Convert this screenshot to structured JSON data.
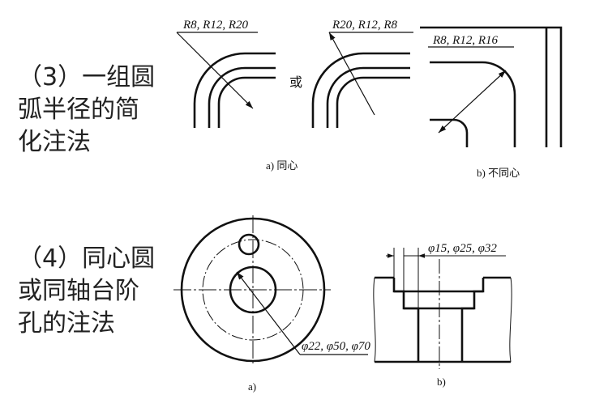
{
  "section3": {
    "caption": [
      "（3）一组圆",
      "弧半径的简",
      "化注法"
    ],
    "fig_a": {
      "label_left": "R8, R12, R20",
      "or_text": "或",
      "label_right": "R20, R12, R8",
      "caption": "a) 同心"
    },
    "fig_b": {
      "label": "R8, R12, R16",
      "caption": "b) 不同心"
    }
  },
  "section4": {
    "caption": [
      "（4）同心圆",
      "或同轴台阶",
      "孔的注法"
    ],
    "fig_a": {
      "label": "φ22, φ50, φ70",
      "caption": "a)"
    },
    "fig_b": {
      "label": "φ15, φ25, φ32",
      "caption": "b)"
    }
  }
}
